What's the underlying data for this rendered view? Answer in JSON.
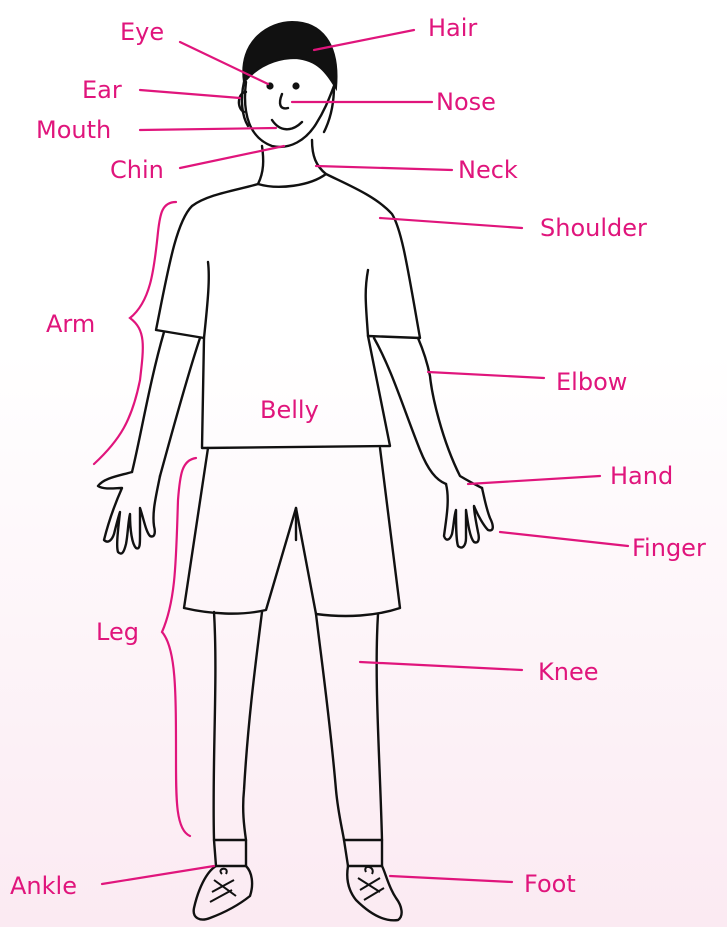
{
  "colors": {
    "label": "#e0157c",
    "outline": "#111111",
    "background_bottom": "#fbeaf2"
  },
  "labels": {
    "eye": "Eye",
    "hair": "Hair",
    "ear": "Ear",
    "nose": "Nose",
    "mouth": "Mouth",
    "chin": "Chin",
    "neck": "Neck",
    "shoulder": "Shoulder",
    "arm": "Arm",
    "elbow": "Elbow",
    "belly": "Belly",
    "hand": "Hand",
    "finger": "Finger",
    "leg": "Leg",
    "knee": "Knee",
    "ankle": "Ankle",
    "foot": "Foot"
  }
}
